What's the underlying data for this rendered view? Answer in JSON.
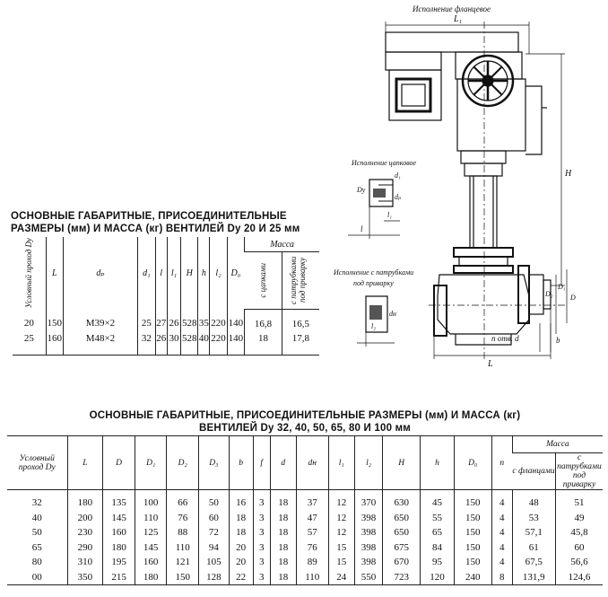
{
  "drawing": {
    "label_flange": "Исполнение фланцевое",
    "label_nipple": "Исполнение цапковое",
    "label_weld_1": "Исполнение с патрубками",
    "label_weld_2": "под приварку",
    "dim_L1": "L₁",
    "dim_H": "H",
    "dim_L": "L",
    "dim_l": "l",
    "dim_l1": "l₁",
    "dim_d1": "d₁",
    "dim_dp": "dₚ",
    "dim_Dy": "Dy",
    "dim_b": "b",
    "dim_n_otv": "n отв. d",
    "dim_D": "D",
    "dim_D1": "D₁",
    "dim_D2": "D₂",
    "dim_dn": "dн",
    "dim_l2": "l₂"
  },
  "table1": {
    "title_line1": "ОСНОВНЫЕ ГАБАРИТНЫЕ, ПРИСОЕДИНИТЕЛЬНЫЕ",
    "title_line2": "РАЗМЕРЫ (мм) И МАССА (кг) ВЕНТИЛЕЙ Dy 20 И 25 мм",
    "headers": {
      "dy": "Условный проход Dy",
      "L": "L",
      "dp": "dₚ",
      "d1": "d₁",
      "l": "l",
      "l1": "l₁",
      "H": "H",
      "h": "h",
      "l2": "l₂",
      "D0": "D₀",
      "mass": "Масса",
      "mass_nipple": "с цапками",
      "mass_weld": "с патрубками под приварку"
    },
    "rows": [
      {
        "dy": "20",
        "L": "150",
        "dp": "M39×2",
        "d1": "25",
        "l": "27",
        "l1": "26",
        "H": "528",
        "h": "35",
        "l2": "220",
        "D0": "140",
        "m1": "16,8",
        "m2": "16,5"
      },
      {
        "dy": "25",
        "L": "160",
        "dp": "M48×2",
        "d1": "32",
        "l": "26",
        "l1": "30",
        "H": "528",
        "h": "40",
        "l2": "220",
        "D0": "140",
        "m1": "18",
        "m2": "17,8"
      }
    ]
  },
  "table2": {
    "title_line1": "ОСНОВНЫЕ ГАБАРИТНЫЕ, ПРИСОЕДИНИТЕЛЬНЫЕ  РАЗМЕРЫ (мм) И МАССА (кг)",
    "title_line2": "ВЕНТИЛЕЙ Dy 32, 40, 50, 65, 80 И 100 мм",
    "headers": {
      "dy": "Условный проход Dy",
      "L": "L",
      "D": "D",
      "D1": "D₁",
      "D2": "D₂",
      "D3": "D₃",
      "b": "b",
      "f": "f",
      "d": "d",
      "dn": "dн",
      "l1": "l₁",
      "l2": "l₂",
      "H": "H",
      "h": "h",
      "D0": "D₀",
      "n": "n",
      "mass": "Масса",
      "mass_flange": "с фланцами",
      "mass_weld": "с патрубками под приварку"
    },
    "rows": [
      {
        "dy": "32",
        "L": "180",
        "D": "135",
        "D1": "100",
        "D2": "66",
        "D3": "50",
        "b": "16",
        "f": "3",
        "d": "18",
        "dn": "37",
        "l1": "12",
        "l2": "370",
        "H": "630",
        "h": "45",
        "D0": "150",
        "n": "4",
        "m1": "48",
        "m2": "51"
      },
      {
        "dy": "40",
        "L": "200",
        "D": "145",
        "D1": "110",
        "D2": "76",
        "D3": "60",
        "b": "18",
        "f": "3",
        "d": "18",
        "dn": "47",
        "l1": "12",
        "l2": "398",
        "H": "650",
        "h": "55",
        "D0": "150",
        "n": "4",
        "m1": "53",
        "m2": "49"
      },
      {
        "dy": "50",
        "L": "230",
        "D": "160",
        "D1": "125",
        "D2": "88",
        "D3": "72",
        "b": "18",
        "f": "3",
        "d": "18",
        "dn": "57",
        "l1": "12",
        "l2": "398",
        "H": "650",
        "h": "65",
        "D0": "150",
        "n": "4",
        "m1": "57,1",
        "m2": "45,8"
      },
      {
        "dy": "65",
        "L": "290",
        "D": "180",
        "D1": "145",
        "D2": "110",
        "D3": "94",
        "b": "20",
        "f": "3",
        "d": "18",
        "dn": "76",
        "l1": "15",
        "l2": "398",
        "H": "675",
        "h": "84",
        "D0": "150",
        "n": "4",
        "m1": "61",
        "m2": "60"
      },
      {
        "dy": "80",
        "L": "310",
        "D": "195",
        "D1": "160",
        "D2": "121",
        "D3": "105",
        "b": "20",
        "f": "3",
        "d": "18",
        "dn": "89",
        "l1": "15",
        "l2": "398",
        "H": "670",
        "h": "95",
        "D0": "150",
        "n": "4",
        "m1": "67,5",
        "m2": "56,6"
      },
      {
        "dy": "00",
        "L": "350",
        "D": "215",
        "D1": "180",
        "D2": "150",
        "D3": "128",
        "b": "22",
        "f": "3",
        "d": "18",
        "dn": "110",
        "l1": "24",
        "l2": "550",
        "H": "723",
        "h": "120",
        "D0": "240",
        "n": "8",
        "m1": "131,9",
        "m2": "124,6"
      }
    ]
  }
}
